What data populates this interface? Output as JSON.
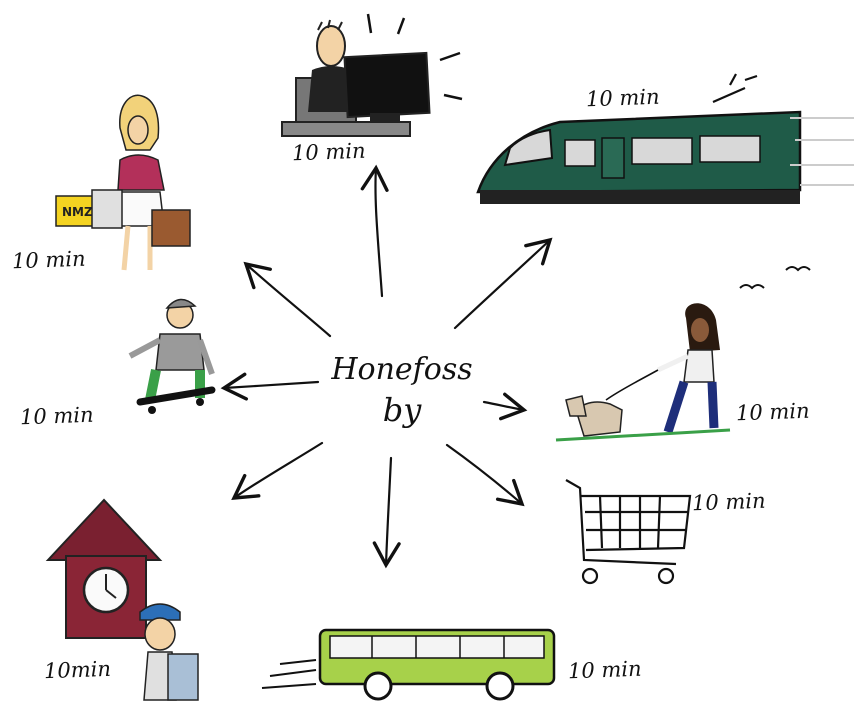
{
  "center": {
    "line1": "Honefoss",
    "line2": "by"
  },
  "destinations": [
    {
      "id": "office",
      "icon": "office-worker-icon",
      "time": "10 min"
    },
    {
      "id": "train",
      "icon": "train-icon",
      "time": "10 min"
    },
    {
      "id": "shopping",
      "icon": "shopper-icon",
      "time": "10 min"
    },
    {
      "id": "skate",
      "icon": "skateboarder-icon",
      "time": "10 min"
    },
    {
      "id": "dog",
      "icon": "dog-walker-icon",
      "time": "10 min"
    },
    {
      "id": "grocery",
      "icon": "shopping-cart-icon",
      "time": "10 min"
    },
    {
      "id": "school",
      "icon": "school-child-icon",
      "time": "10min"
    },
    {
      "id": "bus",
      "icon": "bus-icon",
      "time": "10 min"
    }
  ],
  "shop_bag_text": "NMZ"
}
